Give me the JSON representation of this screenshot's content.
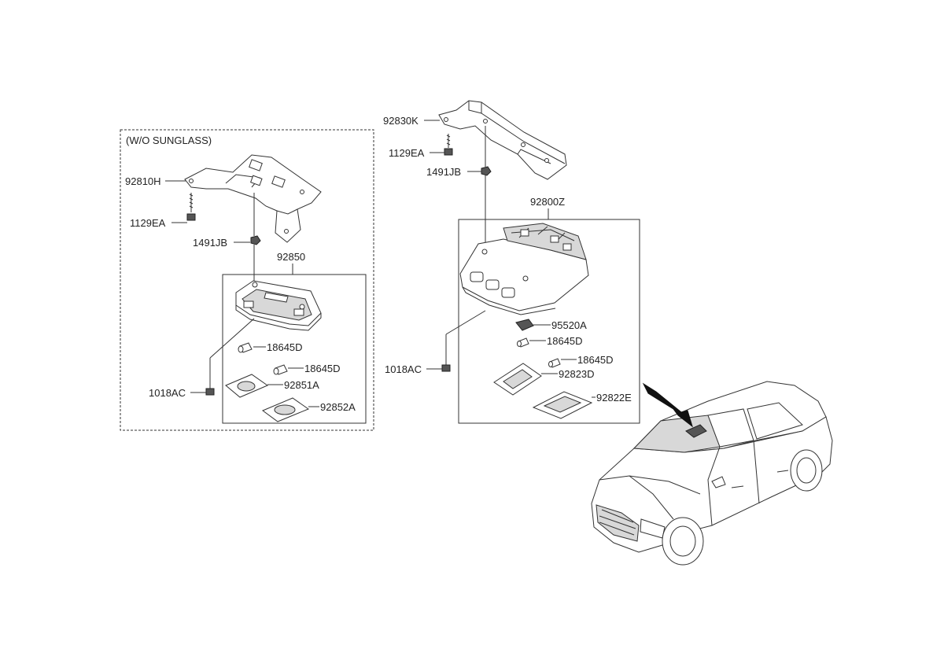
{
  "variant_label": "(W/O SUNGLASS)",
  "left_assembly": {
    "bracket": "92810H",
    "screw": "1129EA",
    "clip": "1491JB",
    "lamp_assembly": "92850",
    "bulb_upper": "18645D",
    "bulb_lower": "18645D",
    "lens_a": "92851A",
    "lens_b": "92852A",
    "screw_lower": "1018AC"
  },
  "right_assembly": {
    "bracket": "92830K",
    "screw": "1129EA",
    "clip": "1491JB",
    "console_assembly": "92800Z",
    "switch": "95520A",
    "bulb_upper": "18645D",
    "bulb_lower": "18645D",
    "lens_d": "92823D",
    "lens_e": "92822E",
    "screw_lower": "1018AC"
  },
  "colors": {
    "line": "#333333",
    "part_fill": "#ffffff",
    "shade": "#d8d8d8",
    "arrow": "#111111"
  }
}
